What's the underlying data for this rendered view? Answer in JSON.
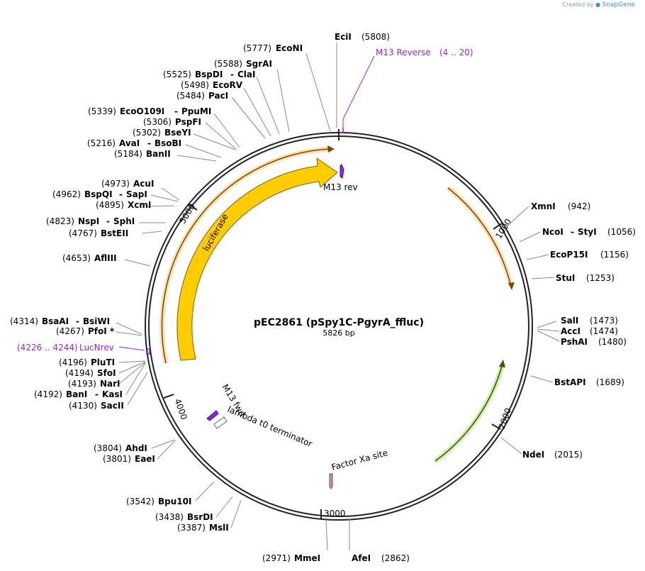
{
  "credit": {
    "prefix": "Created by",
    "brand": "SnapGene"
  },
  "plasmid": {
    "name": "pEC2861 (pSpy1C-PgyrA_ffluc)",
    "size_label": "5826 bp",
    "length": 5826
  },
  "ticks": [
    "1000",
    "2000",
    "3000",
    "4000",
    "5000"
  ],
  "colors": {
    "luciferase": "#ffcc00",
    "green_feature": "#9cd84a",
    "orange_feature": "#f5a623",
    "primer": "#a020d8",
    "factor_xa": "#c09aa0"
  },
  "features": [
    {
      "label": "luciferase"
    },
    {
      "label": "M13 rev"
    },
    {
      "label": "M13 fwd"
    },
    {
      "label": "lambda t0 terminator"
    },
    {
      "label": "Factor Xa site"
    }
  ],
  "primers": [
    {
      "name": "M13 Reverse",
      "range": "(4 .. 20)"
    },
    {
      "name": "LucNrev",
      "range": "(4226 .. 4244)"
    }
  ],
  "sites_right": [
    {
      "name": "XmnI",
      "pos": "(942)"
    },
    {
      "name": "NcoI",
      "name2": "StyI",
      "pos": "(1056)"
    },
    {
      "name": "EcoP15I",
      "pos": "(1156)"
    },
    {
      "name": "StuI",
      "pos": "(1253)"
    },
    {
      "name": "SalI",
      "pos": "(1473)"
    },
    {
      "name": "AccI",
      "pos": "(1474)"
    },
    {
      "name": "PshAI",
      "pos": "(1480)"
    },
    {
      "name": "BstAPI",
      "pos": "(1689)"
    },
    {
      "name": "NdeI",
      "pos": "(2015)"
    }
  ],
  "sites_bottom": [
    {
      "name": "MmeI",
      "pos": "(2971)"
    },
    {
      "name": "AfeI",
      "pos": "(2862)"
    }
  ],
  "sites_left": [
    {
      "name": "EcoNI",
      "pos": "(5777)"
    },
    {
      "name": "SgrAI",
      "pos": "(5588)"
    },
    {
      "name": "BspDI",
      "name2": "ClaI",
      "pos": "(5525)"
    },
    {
      "name": "EcoRV",
      "pos": "(5498)"
    },
    {
      "name": "PacI",
      "pos": "(5484)"
    },
    {
      "name": "EcoO109I",
      "name2": "PpuMI",
      "pos": "(5339)"
    },
    {
      "name": "PspFI",
      "pos": "(5306)"
    },
    {
      "name": "BseYI",
      "pos": "(5302)"
    },
    {
      "name": "AvaI",
      "name2": "BsoBI",
      "pos": "(5216)"
    },
    {
      "name": "BanII",
      "pos": "(5184)"
    },
    {
      "name": "AcuI",
      "pos": "(4973)"
    },
    {
      "name": "BspQI",
      "name2": "SapI",
      "pos": "(4962)"
    },
    {
      "name": "XcmI",
      "pos": "(4895)"
    },
    {
      "name": "NspI",
      "name2": "SphI",
      "pos": "(4823)"
    },
    {
      "name": "BstEII",
      "pos": "(4767)"
    },
    {
      "name": "AflIII",
      "pos": "(4653)"
    },
    {
      "name": "BsaAI",
      "name2": "BsiWI",
      "pos": "(4314)"
    },
    {
      "name": "PfoI *",
      "pos": "(4267)"
    },
    {
      "name": "PluTI",
      "pos": "(4196)"
    },
    {
      "name": "SfoI",
      "pos": "(4194)"
    },
    {
      "name": "NarI",
      "pos": "(4193)"
    },
    {
      "name": "BanI",
      "name2": "KasI",
      "pos": "(4192)"
    },
    {
      "name": "SacII",
      "pos": "(4130)"
    },
    {
      "name": "AhdI",
      "pos": "(3804)"
    },
    {
      "name": "EaeI",
      "pos": "(3801)"
    },
    {
      "name": "Bpu10I",
      "pos": "(3542)"
    },
    {
      "name": "BsrDI",
      "pos": "(3438)"
    },
    {
      "name": "MslI",
      "pos": "(3387)"
    }
  ],
  "site_top": {
    "name": "EciI",
    "pos": "(5808)"
  }
}
